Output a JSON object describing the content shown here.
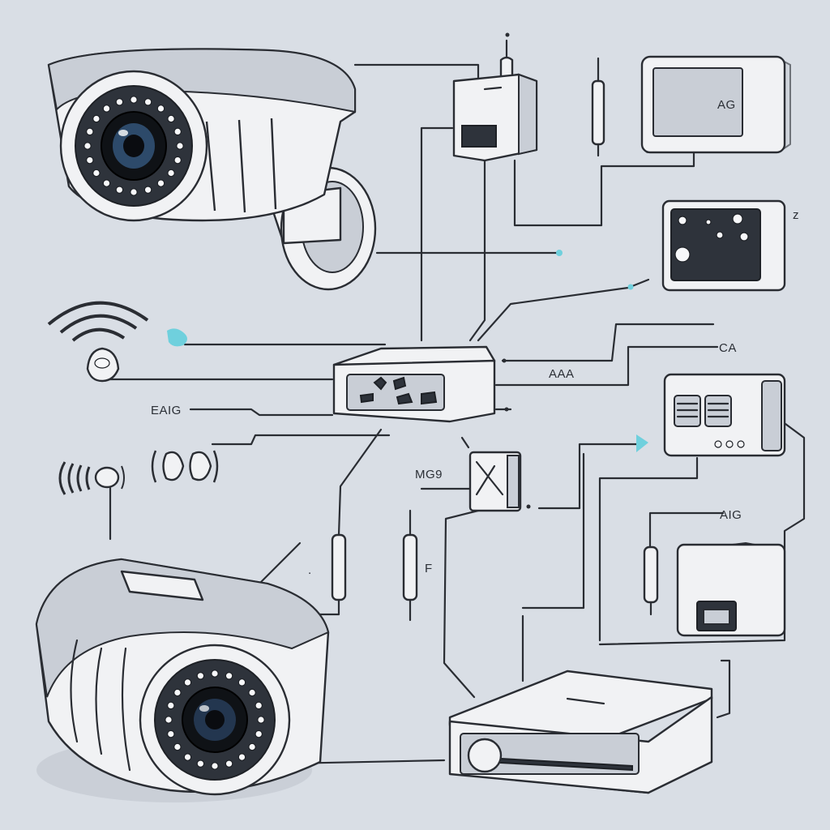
{
  "labels": {
    "top_right_monitor": "AG",
    "router_side": "AAA",
    "right_far": "CA",
    "left_side": "EAIG",
    "center_module": "MG9",
    "right_middle": "AIG",
    "fuse_mark": "F"
  },
  "colors": {
    "background": "#d9dee5",
    "line": "#2a2d33",
    "device": "#f1f2f4",
    "accent": "#6fd0dd"
  }
}
